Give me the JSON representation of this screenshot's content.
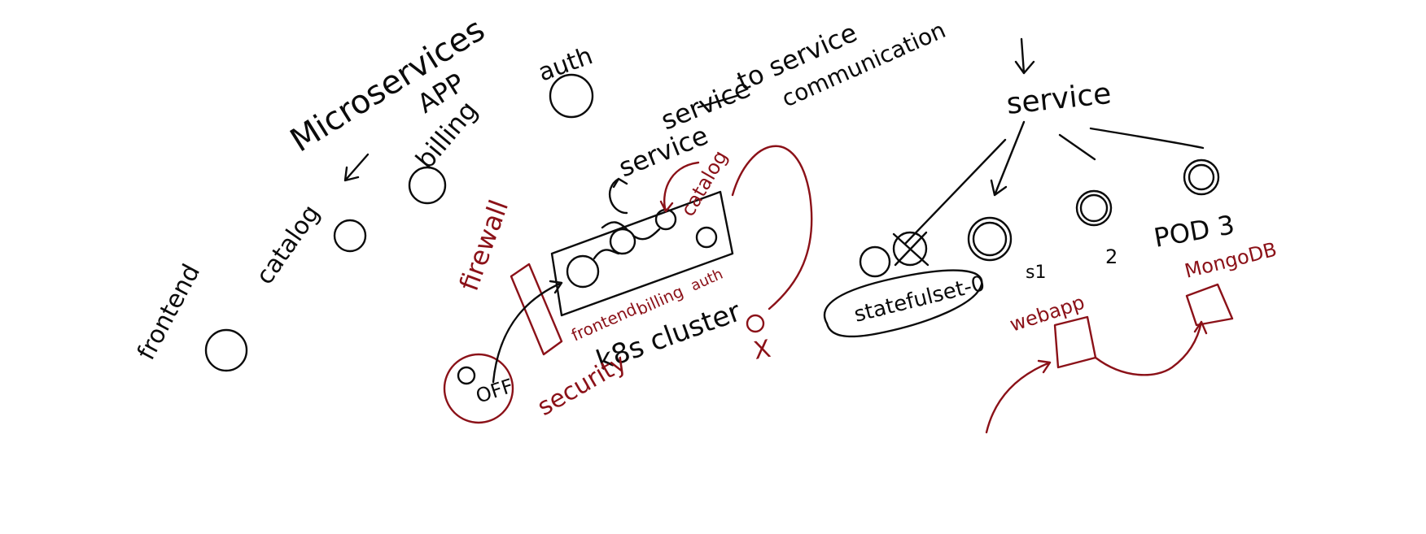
{
  "colors": {
    "ink_black": "#0b0b0b",
    "ink_red": "#8b1118",
    "background": "#ffffff"
  },
  "labels": {
    "title_line1": "Microservices",
    "title_line2": "APP",
    "auth": "auth",
    "billing": "billing",
    "catalog": "catalog",
    "frontend": "frontend",
    "service_comm_1": "service",
    "service_comm_2": "to service",
    "service_comm_3": "communication",
    "service_inner": "service",
    "firewall": "firewall",
    "cluster_catalog": "catalog",
    "cluster_frontend": "frontend",
    "cluster_billing": "billing",
    "cluster_auth": "auth",
    "k8s_cluster": "k8s cluster",
    "security": "security",
    "off": "OFF",
    "x_mark": "X",
    "service_right": "service",
    "pod3": "POD 3",
    "statefulset": "statefulset-0",
    "s1": "s1",
    "num_2": "2",
    "webapp": "webapp",
    "mongodb": "MongoDB"
  }
}
